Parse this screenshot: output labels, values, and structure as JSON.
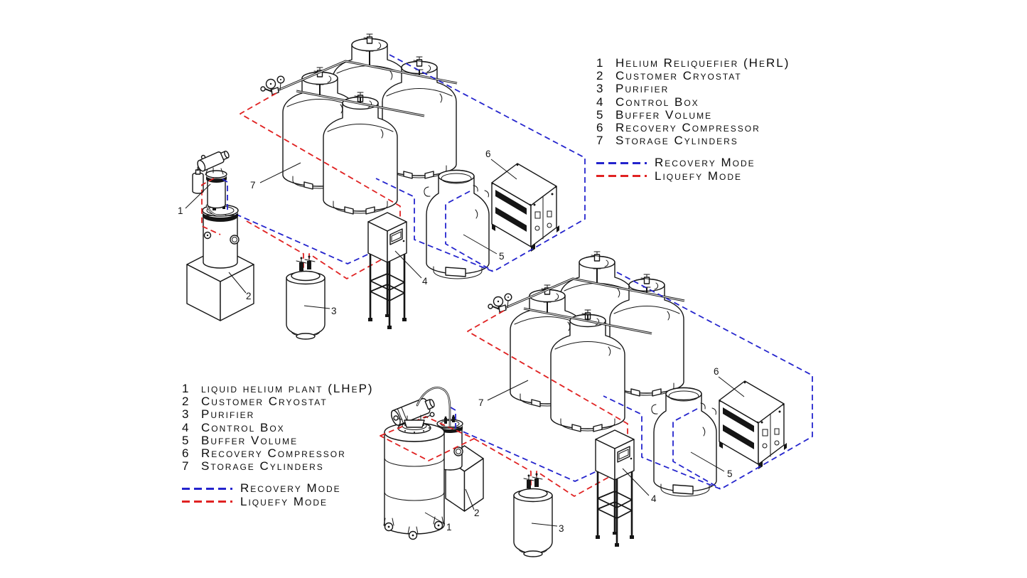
{
  "colors": {
    "line": "#151515",
    "recovery": "#2424cd",
    "liquefy": "#e02222"
  },
  "legend_top": {
    "items": [
      {
        "n": "1",
        "label": "Helium Reliquefier  (HeRL)"
      },
      {
        "n": "2",
        "label": "Customer Cryostat"
      },
      {
        "n": "3",
        "label": "Purifier"
      },
      {
        "n": "4",
        "label": "Control Box"
      },
      {
        "n": "5",
        "label": "Buffer Volume"
      },
      {
        "n": "6",
        "label": "Recovery Compressor"
      },
      {
        "n": "7",
        "label": "Storage Cylinders"
      }
    ],
    "modes": [
      {
        "label": "Recovery Mode"
      },
      {
        "label": "Liquefy Mode"
      }
    ]
  },
  "legend_bottom": {
    "items": [
      {
        "n": "1",
        "label": "liquid helium plant (LHeP)"
      },
      {
        "n": "2",
        "label": "Customer Cryostat"
      },
      {
        "n": "3",
        "label": "Purifier"
      },
      {
        "n": "4",
        "label": "Control Box"
      },
      {
        "n": "5",
        "label": "Buffer Volume"
      },
      {
        "n": "6",
        "label": "Recovery Compressor"
      },
      {
        "n": "7",
        "label": "Storage Cylinders"
      }
    ],
    "modes": [
      {
        "label": "Recovery Mode"
      },
      {
        "label": "Liquefy Mode"
      }
    ]
  },
  "diagram_top": {
    "callouts": [
      "1",
      "2",
      "3",
      "4",
      "5",
      "6",
      "7"
    ]
  },
  "diagram_bottom": {
    "callouts": [
      "1",
      "2",
      "3",
      "4",
      "5",
      "6",
      "7"
    ]
  }
}
